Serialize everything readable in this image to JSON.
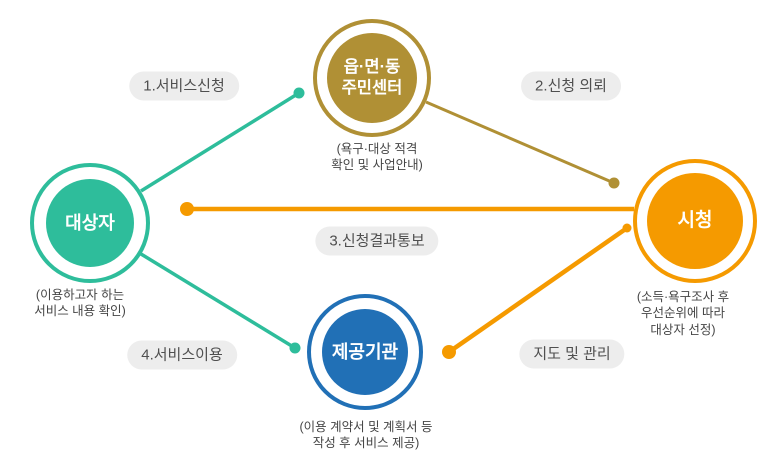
{
  "diagram": {
    "title": "social-service-application-flow",
    "nodes": {
      "applicant": {
        "label": "대상자",
        "note_lines": [
          "(이용하고자 하는",
          "서비스 내용 확인)"
        ],
        "color": "#2ebd9b"
      },
      "community_center": {
        "label_lines": [
          "읍·면·동",
          "주민센터"
        ],
        "note_lines": [
          "(욕구·대상 적격",
          "확인 및 사업안내)"
        ],
        "color": "#b09035"
      },
      "city_hall": {
        "label": "시청",
        "note_lines": [
          "(소득·욕구조사 후",
          "우선순위에 따라",
          "대상자 선정)"
        ],
        "color": "#f59a00"
      },
      "provider": {
        "label": "제공기관",
        "note_lines": [
          "(이용 계약서 및 계획서 등",
          "작성 후 서비스 제공)"
        ],
        "color": "#2170b6"
      }
    },
    "edge_labels": [
      {
        "text": "1.서비스신청"
      },
      {
        "text": "2.신청 의뢰"
      },
      {
        "text": "3.신청결과통보"
      },
      {
        "text": "4.서비스이용"
      },
      {
        "text": "지도 및 관리"
      }
    ],
    "styles": {
      "badge_background": "#ededed",
      "badge_text_color": "#4f4f4f",
      "note_text_color": "#464646",
      "background": "#ffffff"
    }
  }
}
